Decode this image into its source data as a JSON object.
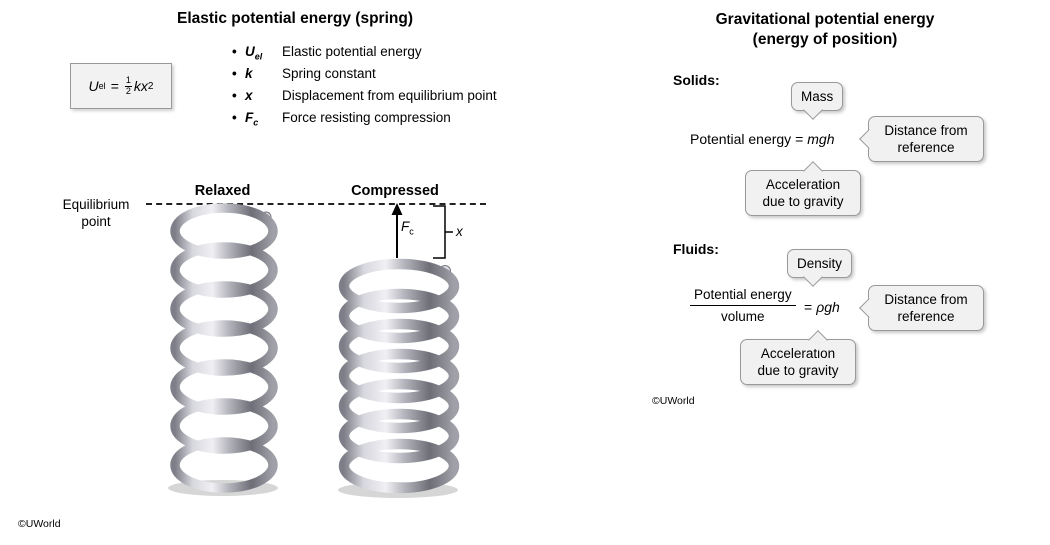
{
  "left": {
    "title": "Elastic potential energy (spring)",
    "formula": {
      "var": "U",
      "var_sub": "el",
      "equals": "=",
      "num": "1",
      "den": "2",
      "expr": "kx",
      "exp": "2"
    },
    "bullet_char": "•",
    "bullets": [
      {
        "sym": "U",
        "sub": "el",
        "desc": "Elastic potential energy"
      },
      {
        "sym": "k",
        "sub": "",
        "desc": "Spring constant"
      },
      {
        "sym": "x",
        "sub": "",
        "desc": "Displacement from equilibrium point"
      },
      {
        "sym": "F",
        "sub": "c",
        "desc": "Force resisting compression"
      }
    ],
    "relaxed_label": "Relaxed",
    "compressed_label": "Compressed",
    "equilibrium_line1": "Equilibrium",
    "equilibrium_line2": "point",
    "force_label": "F",
    "force_sub": "c",
    "x_label": "x",
    "copyright": "©UWorld"
  },
  "right": {
    "title_line1": "Gravitational potential energy",
    "title_line2": "(energy of position)",
    "solids": {
      "label": "Solids:",
      "formula_text": "Potential energy =",
      "formula_var": "mgh",
      "callout_mass": "Mass",
      "callout_distance": "Distance from reference",
      "callout_accel": "Acceleration due to gravity"
    },
    "fluids": {
      "label": "Fluids:",
      "frac_num": "Potential energy",
      "frac_den": "volume",
      "equals": "=",
      "formula_var": "ρgh",
      "callout_density": "Density",
      "callout_distance": "Distance from reference",
      "callout_accel": "Acceleration due to gravity"
    },
    "copyright": "©UWorld"
  },
  "colors": {
    "callout_bg": "#f1f1f1",
    "callout_border": "#999999",
    "spring_metal": "#b4b4bc"
  }
}
